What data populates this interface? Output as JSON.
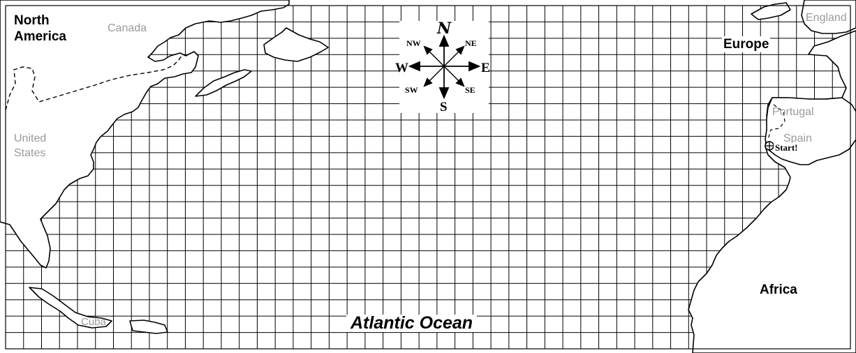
{
  "map": {
    "continents": {
      "north_america": "North\nAmerica",
      "europe": "Europe",
      "africa": "Africa"
    },
    "countries": {
      "canada": "Canada",
      "united_states": "United\nStates",
      "cuba": "Cuba",
      "england": "England",
      "portugal": "Portugal",
      "spain": "Spain"
    },
    "ocean": "Atlantic Ocean",
    "start_marker": "Start!",
    "compass": {
      "north": "N",
      "south": "S",
      "east": "E",
      "west": "W",
      "northeast": "NE",
      "northwest": "NW",
      "southeast": "SE",
      "southwest": "SW"
    },
    "grid": {
      "columns": 47,
      "rows": 21
    },
    "colors": {
      "grid_line": "#000000",
      "land_fill": "#ffffff",
      "land_label": "#9a9a9a",
      "continent_label": "#000000"
    }
  }
}
